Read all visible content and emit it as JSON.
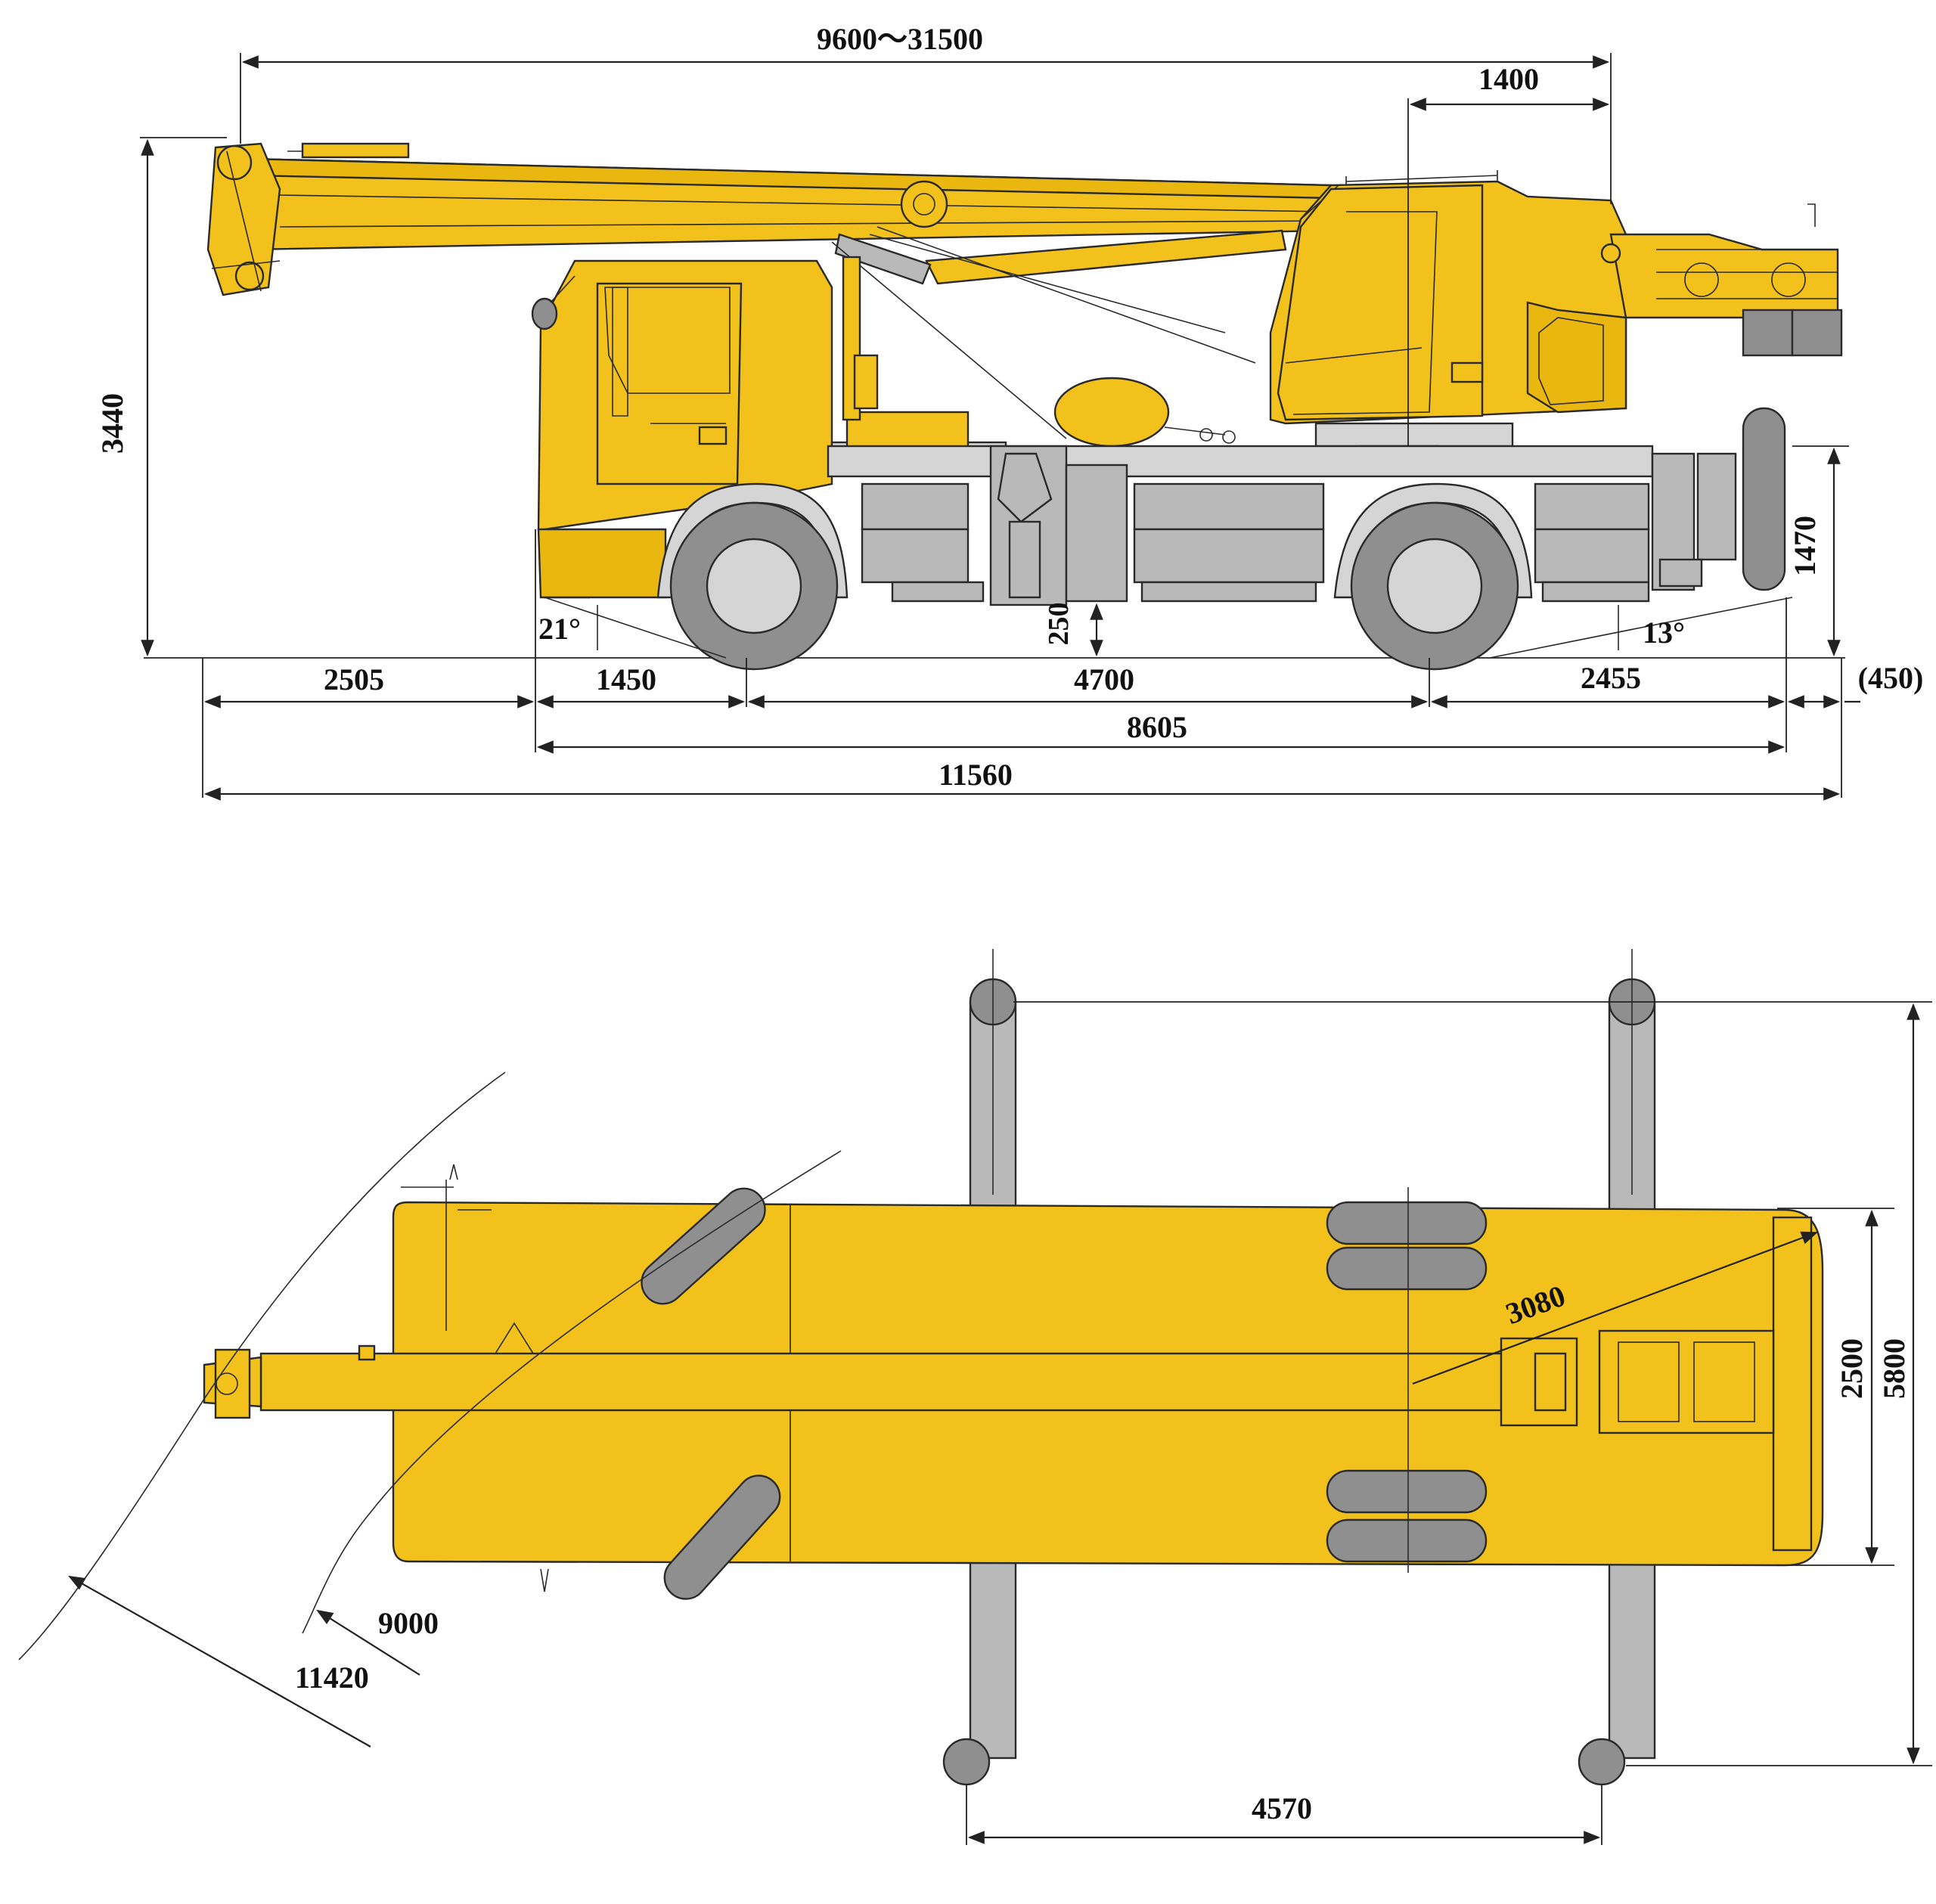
{
  "colors": {
    "body_yellow": "#f2c11c",
    "shadow_yellow": "#e9b70f",
    "steel_gray": "#b9b9b9",
    "tire_gray": "#8f8f8f",
    "line": "#2a2a2a"
  },
  "side_view": {
    "boom_reach": "9600～31500",
    "slew_offset": "1400",
    "overall_height": "3440",
    "outrigger_height": "1470",
    "approach_angle": "21°",
    "departure_angle": "13°",
    "ground_clearance": "250",
    "front_overhang": "2505",
    "front_axle_gap": "1450",
    "wheelbase": "4700",
    "rear_overhang": "2455",
    "rear_extension": "(450)",
    "chassis_length": "8605",
    "overall_length": "11560"
  },
  "top_view": {
    "tail_swing_radius": "3080",
    "inner_turn_radius": "9000",
    "outer_turn_radius": "11420",
    "vehicle_width": "2500",
    "outrigger_span": "5800",
    "outrigger_longitudinal": "4570"
  }
}
